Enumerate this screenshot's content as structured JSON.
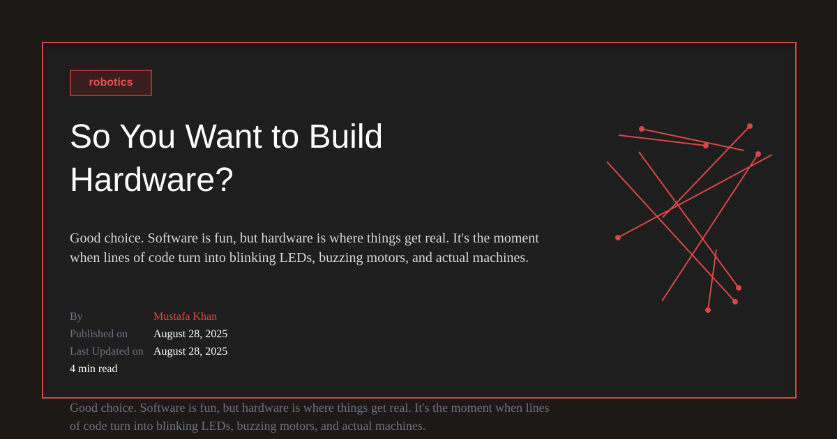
{
  "card": {
    "tag": "robotics",
    "title": "So You Want to Build Hardware?",
    "description": "Good choice. Software is fun, but hardware is where things get real. It's the moment when lines of code turn into blinking LEDs, buzzing motors, and actual machines.",
    "meta": {
      "by_label": "By",
      "author": "Mustafa Khan",
      "published_label": "Published on",
      "published_date": "August 28, 2025",
      "updated_label": "Last Updated on",
      "updated_date": "August 28, 2025",
      "read_time": "4 min read"
    }
  },
  "below_text": "Good choice. Software is fun, but hardware is where things get real. It's the moment when lines of code turn into blinking LEDs, buzzing motors, and actual machines.",
  "colors": {
    "accent": "#dc4545",
    "background": "#1c1917",
    "card": "#1e1e1e"
  }
}
